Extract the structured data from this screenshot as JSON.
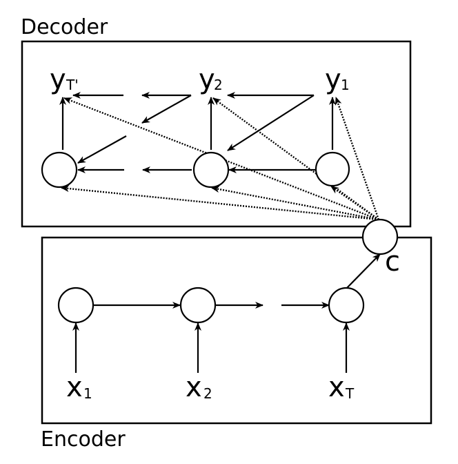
{
  "decoder": {
    "title": "Decoder",
    "outputs": [
      {
        "base": "y",
        "sub": "T'"
      },
      {
        "base": "y",
        "sub": "2"
      },
      {
        "base": "y",
        "sub": "1"
      }
    ]
  },
  "encoder": {
    "title": "Encoder",
    "inputs": [
      {
        "base": "x",
        "sub": "1"
      },
      {
        "base": "x",
        "sub": "2"
      },
      {
        "base": "x",
        "sub": "T"
      }
    ]
  },
  "context": {
    "label": "c"
  },
  "colors": {
    "stroke": "#000000",
    "background": "#ffffff"
  }
}
